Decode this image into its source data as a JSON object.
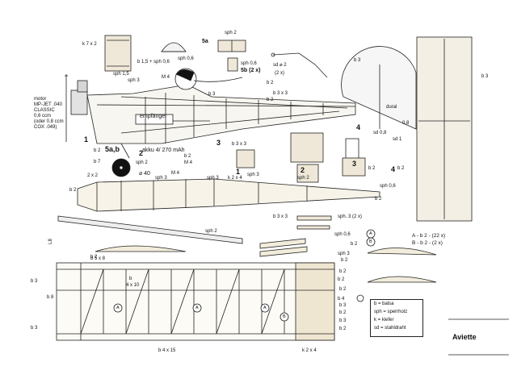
{
  "title": "Aviette",
  "motor": [
    "motor",
    "MP-JET .040",
    "CLASSIC",
    "0,6 ccm",
    "(oder 0,8 ccm",
    "COX .049)"
  ],
  "battery": "akku 4/ 270 mAh",
  "receiver": "empfänger",
  "wheel": "⌀ 40",
  "legend": [
    "b = balsa",
    "sph = sperrholz",
    "k = kiefer",
    "sd = stahldraht"
  ],
  "ribs": [
    "A - b 2 - (22 x)",
    "B - b 2 - (2 x)"
  ],
  "labels": {
    "k7x2": "k 7 x 2",
    "b15sph06": "b 1,5 + sph 0,6",
    "sph15": "sph 1,5",
    "sph3a": "sph 3",
    "m4a": "M 4",
    "sph06a": "sph 0,6",
    "b3a": "b 3",
    "b3x3a": "b 3 x 3",
    "b2a": "b 2",
    "b2b": "b 2",
    "fiveA": "5a",
    "sph2top": "sph 2",
    "sph06b": "sph 0,6",
    "fiveB": "5b (2 x)",
    "sd2": "sd ⌀ 2",
    "twoX": "(2 x)",
    "b3wing": "b 3",
    "b3wing2": "b 3",
    "dural": "dural",
    "dural08": "0,8",
    "sd08": "sd 0,8",
    "four": "4",
    "sd1": "sd 1",
    "fourb": "4",
    "b2c": "b 2",
    "one": "1",
    "fiveab": "5a,b",
    "two": "2",
    "three": "3",
    "b2d": "b 2",
    "b7": "b 7",
    "sph2mid": "sph 2",
    "b2m4": "b 2",
    "m4b": "M 4",
    "b3x3b": "b 3 x 3",
    "one2": "1",
    "sph3b": "sph 3",
    "two2": "2",
    "sph2b": "sph 2",
    "three2": "3",
    "b2e": "b 2",
    "sph3c": "sph 3",
    "m4c": "M 4",
    "k2x4a": "k 2 x 4",
    "sph3d": "sph 3",
    "sph06c": "sph 0,6",
    "b2f": "b 2",
    "b3x3c": "b 3 x 3",
    "sph3_2x": "sph. 3 (2 x)",
    "sph06d": "sph 0,6",
    "twoX2": "2",
    "b5x8": "b 5 x 8",
    "b2g": "b 2",
    "b2h": "b 2",
    "b2i": "b 2",
    "b3b": "b 3",
    "b8": "b 8",
    "b4x10a": "b",
    "b4x10b": "4 x 10",
    "b4": "b 4",
    "b3c": "b 3",
    "b2j": "b 2",
    "b3d": "b 3",
    "b4x15": "b 4 x 15",
    "k2x4b": "k 2 x 4",
    "b2k": "b 2",
    "b2l": "b 2",
    "rA": "A",
    "rB": "B",
    "rA1": "A",
    "rA2": "A",
    "rA3": "A",
    "rB2": "B",
    "b3e": "b 3",
    "b2x2": "2 x 2",
    "b2m": "b 2",
    "sph2c": "sph 2",
    "b2n": "b 2",
    "b2o": "b 2",
    "sph3e": "sph 3",
    "lr": "L8"
  }
}
